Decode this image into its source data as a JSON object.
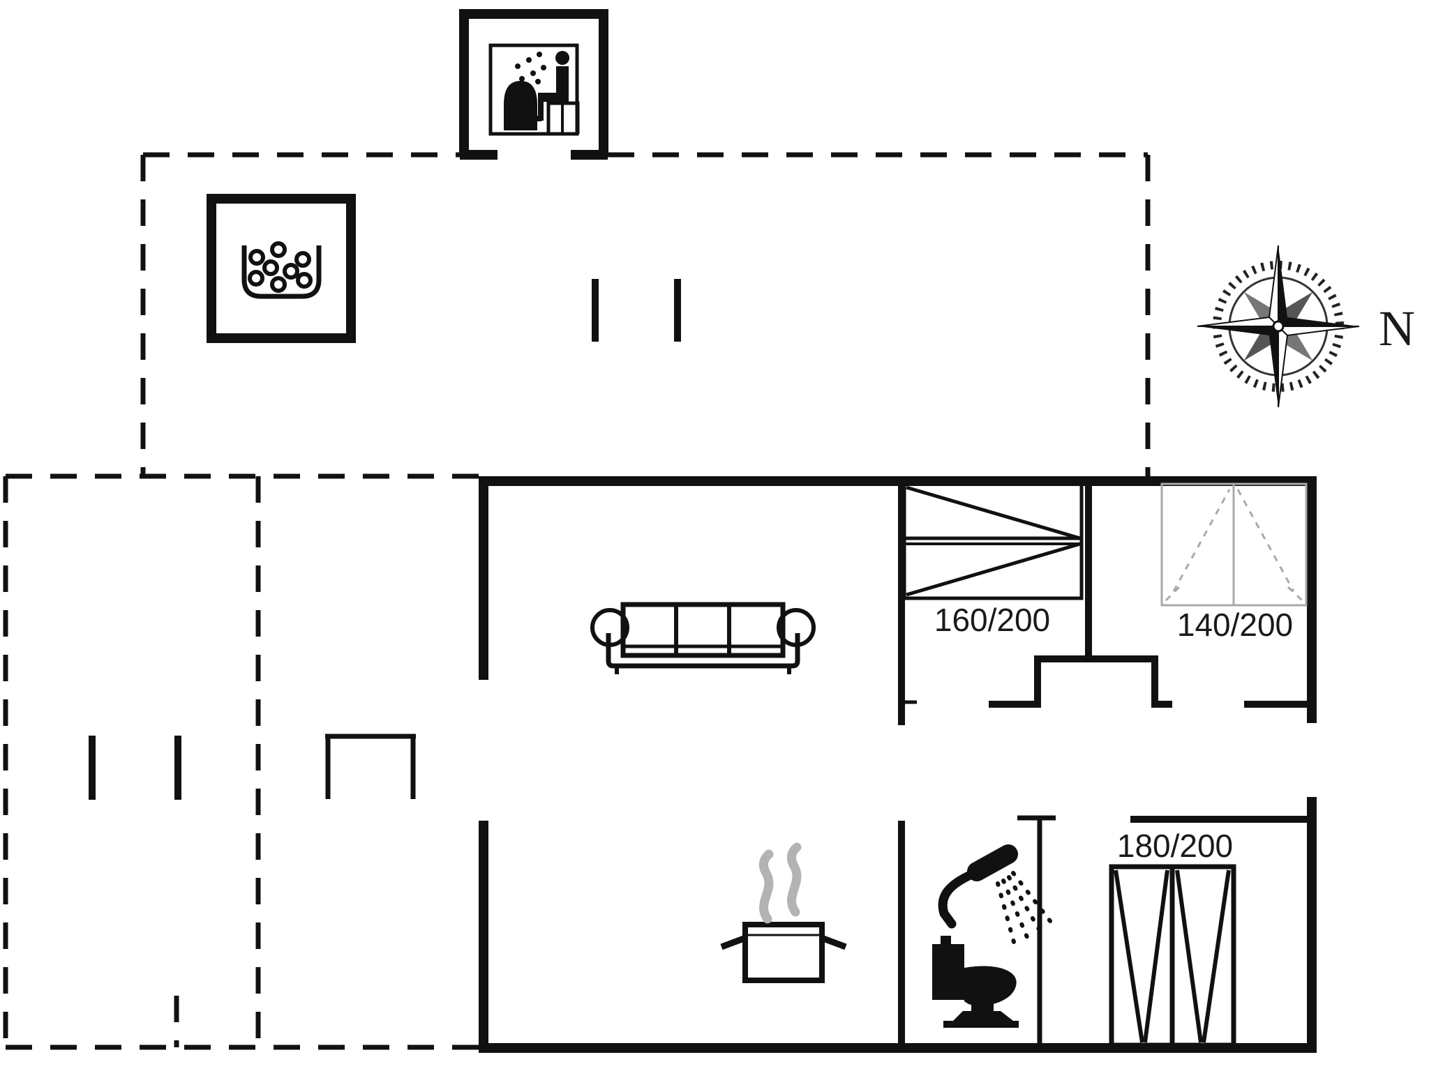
{
  "plan": {
    "type": "floor-plan",
    "labels": {
      "bed_master": "160/200",
      "bed_guest": "140/200",
      "bed_bunkroom": "180/200"
    },
    "compass": {
      "north_label": "N"
    },
    "icons": [
      "sauna-icon",
      "hot-tub-icon",
      "compass-rose-icon",
      "sofa-icon",
      "cooking-pot-icon",
      "shower-icon",
      "toilet-icon"
    ],
    "colors": {
      "wall": "#111111",
      "gray_bed": "#a9a9a9",
      "steam": "#b3b3b3",
      "bg": "#ffffff"
    }
  }
}
